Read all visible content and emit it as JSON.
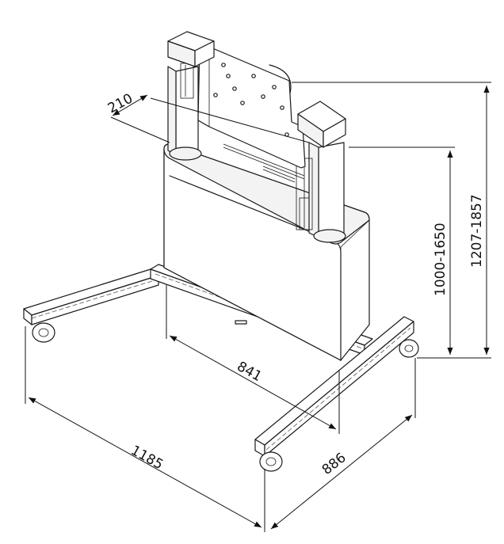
{
  "figure": {
    "dimensions": {
      "depth_top": "210",
      "inner_width": "841",
      "overall_width": "1185",
      "depth_base": "886",
      "column_height": "1000-1650",
      "total_height": "1207-1857"
    }
  }
}
